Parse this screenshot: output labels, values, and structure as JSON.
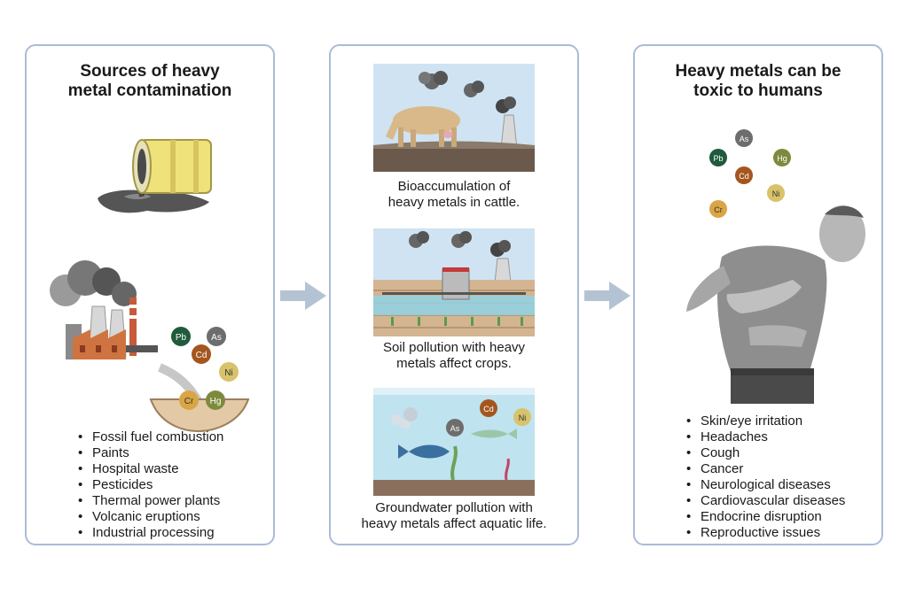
{
  "panels": {
    "sources": {
      "title_line1": "Sources of heavy",
      "title_line2": "metal contamination",
      "items": [
        "Fossil fuel combustion",
        "Paints",
        "Hospital waste",
        "Pesticides",
        "Thermal power plants",
        "Volcanic eruptions",
        "Industrial processing"
      ],
      "metals": [
        "Pb",
        "As",
        "Cd",
        "Ni",
        "Cr",
        "Hg"
      ]
    },
    "effects": {
      "cattle_line1": "Bioaccumulation of",
      "cattle_line2": "heavy metals in cattle.",
      "soil_line1": "Soil pollution with heavy",
      "soil_line2": "metals affect crops.",
      "water_line1": "Groundwater pollution with",
      "water_line2": "heavy metals affect aquatic life.",
      "water_metals": [
        "As",
        "Cd",
        "Ni"
      ]
    },
    "toxicity": {
      "title_line1": "Heavy metals can be",
      "title_line2": "toxic to humans",
      "items": [
        "Skin/eye irritation",
        "Headaches",
        "Cough",
        "Cancer",
        "Neurological diseases",
        "Cardiovascular diseases",
        "Endocrine disruption",
        "Reproductive issues"
      ],
      "metals": [
        "As",
        "Pb",
        "Hg",
        "Cd",
        "Ni",
        "Cr"
      ]
    }
  },
  "colors": {
    "panel_border": "#a9bcd6",
    "arrow": "#b4c3d4",
    "Pb": "#1f5b3c",
    "As": "#6d6d6d",
    "Cd": "#a4561f",
    "Ni": "#d8c36a",
    "Cr": "#d9a545",
    "Hg": "#7d8a3e"
  }
}
